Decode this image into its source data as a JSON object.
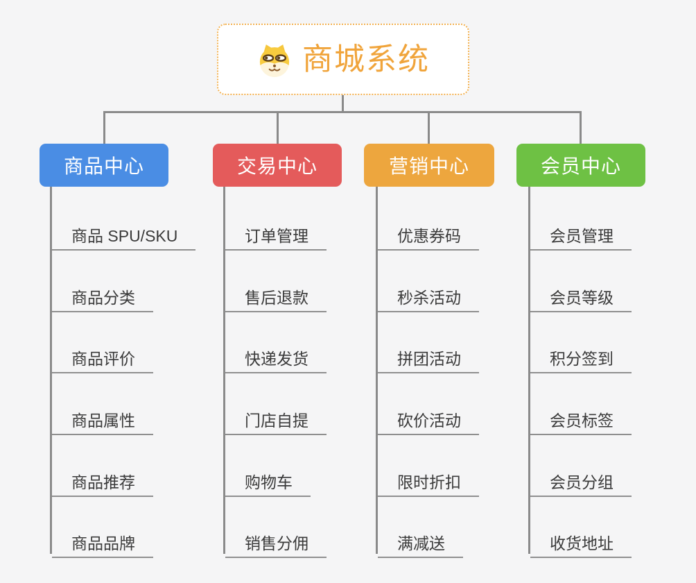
{
  "root": {
    "title": "商城系统",
    "icon": "dog-face-icon"
  },
  "colors": {
    "root_text": "#f0a43b",
    "root_border": "#f3b04e",
    "connector": "#8a8a8a",
    "branch_product": "#4a8de4",
    "branch_trade": "#e45b5b",
    "branch_marketing": "#eda63e",
    "branch_member": "#6ec144",
    "child_text": "#3a3a3a"
  },
  "branches": [
    {
      "label": "商品中心",
      "children": [
        "商品 SPU/SKU",
        "商品分类",
        "商品评价",
        "商品属性",
        "商品推荐",
        "商品品牌"
      ]
    },
    {
      "label": "交易中心",
      "children": [
        "订单管理",
        "售后退款",
        "快递发货",
        "门店自提",
        "购物车",
        "销售分佣"
      ]
    },
    {
      "label": "营销中心",
      "children": [
        "优惠券码",
        "秒杀活动",
        "拼团活动",
        "砍价活动",
        "限时折扣",
        "满减送"
      ]
    },
    {
      "label": "会员中心",
      "children": [
        "会员管理",
        "会员等级",
        "积分签到",
        "会员标签",
        "会员分组",
        "收货地址"
      ]
    }
  ]
}
